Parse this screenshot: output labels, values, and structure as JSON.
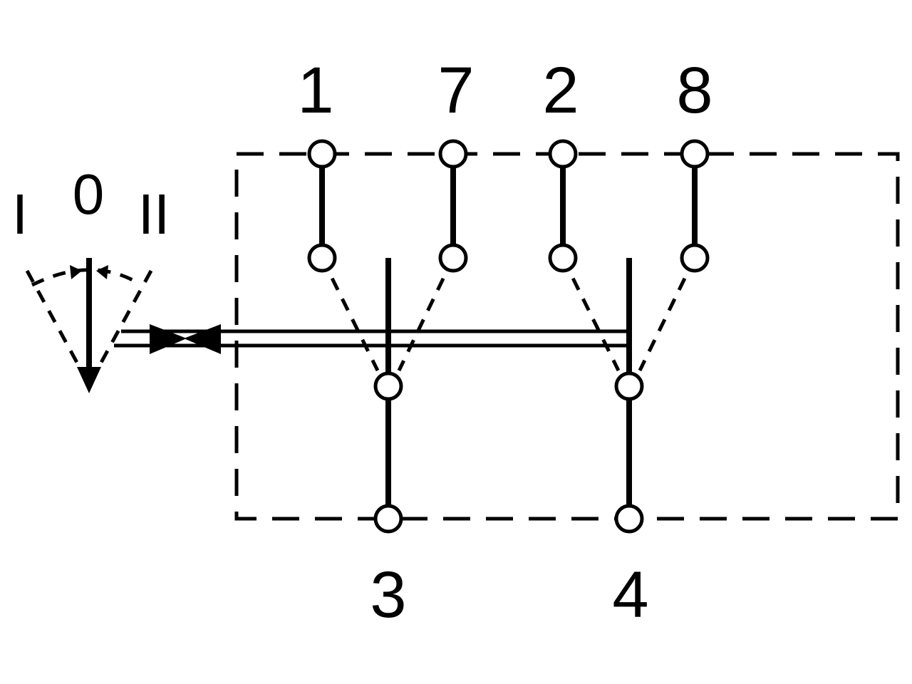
{
  "terminals": {
    "top": [
      "1",
      "7",
      "2",
      "8"
    ],
    "bottom": [
      "3",
      "4"
    ]
  },
  "positions": [
    "I",
    "0",
    "II"
  ],
  "colors": {
    "line": "#000000",
    "background": "#ffffff",
    "terminal_fill": "#ffffff"
  }
}
